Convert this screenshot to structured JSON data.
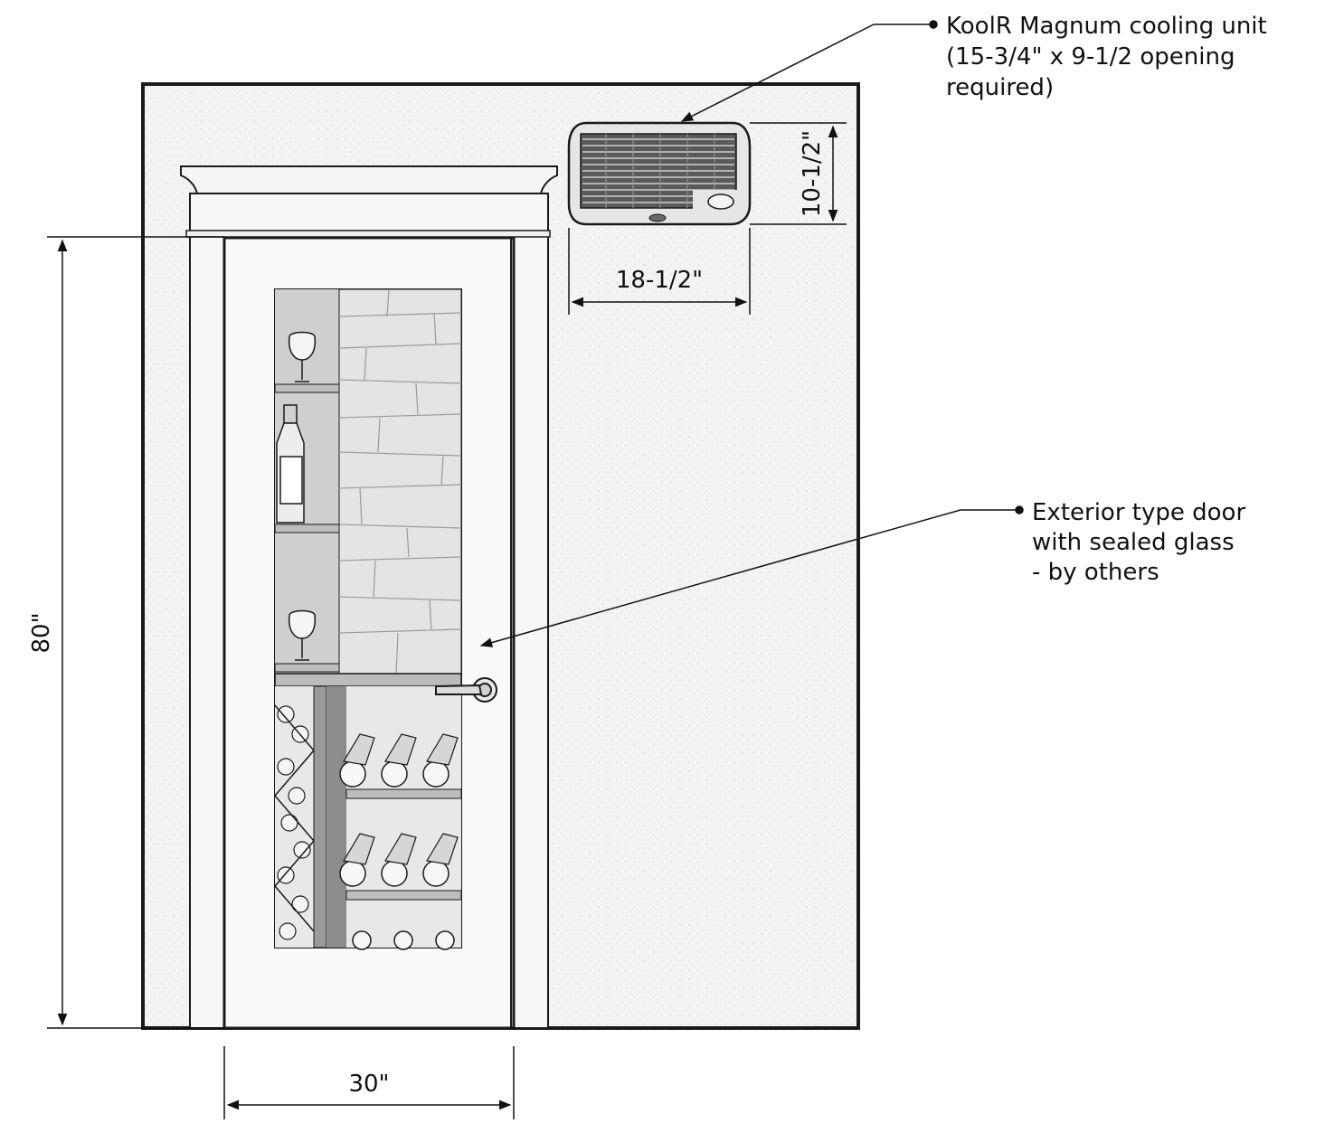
{
  "dimensions": {
    "door_height": "80\"",
    "door_width": "30\"",
    "unit_height": "10-1/2\"",
    "unit_width": "18-1/2\""
  },
  "callouts": {
    "cooling_unit": {
      "lines": [
        "KoolR Magnum cooling unit",
        "(15-3/4\" x 9-1/2 opening",
        "required)"
      ]
    },
    "door": {
      "lines": [
        "Exterior type door",
        "with sealed glass",
        "- by others"
      ]
    }
  },
  "colors": {
    "wall": "#f1f1f1",
    "line": "#1a1a1a",
    "trim": "#f7f7f7",
    "shelf_dark": "#8c8c8c",
    "stone": "#e4e4e4"
  },
  "icons": {
    "wine_glass": "wine-glass-icon",
    "wine_bottle": "wine-bottle-icon",
    "door_handle": "door-handle-icon",
    "logo": "unit-logo-icon"
  }
}
